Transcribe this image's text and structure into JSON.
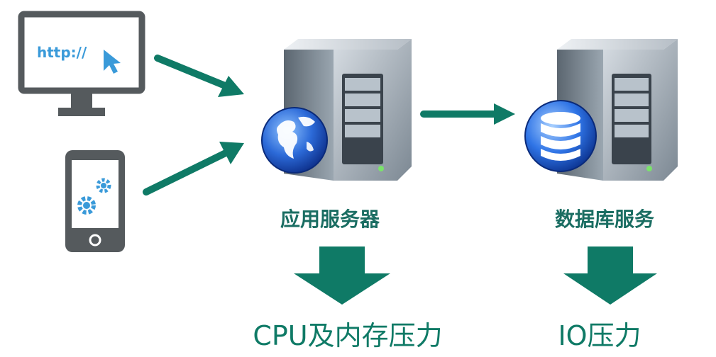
{
  "desktop": {
    "url_text": "http://"
  },
  "app_server": {
    "label": "应用服务器"
  },
  "db_server": {
    "label": "数据库服务"
  },
  "pressure": {
    "app": "CPU及内存压力",
    "db": "IO压力"
  },
  "colors": {
    "arrow": "#0f7a66",
    "device_frame": "#555a5d",
    "server_body": "#8e9aa5",
    "globe_blue": "#1f5fc7",
    "db_blue": "#2b6fe0"
  }
}
